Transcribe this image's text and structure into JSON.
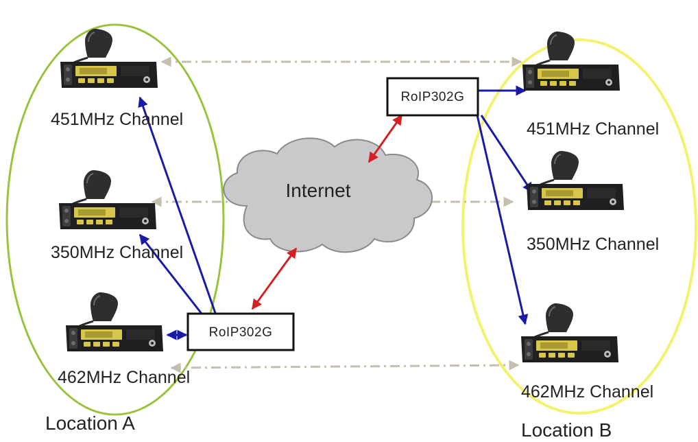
{
  "location_a": {
    "label": "Location A",
    "channels": [
      "451MHz Channel",
      "350MHz Channel",
      "462MHz Channel"
    ],
    "gateway_label": "RoIP302G"
  },
  "location_b": {
    "label": "Location B",
    "channels": [
      "451MHz Channel",
      "350MHz Channel",
      "462MHz Channel"
    ],
    "gateway_label": "RoIP302G"
  },
  "cloud": {
    "label": "Internet"
  },
  "colors": {
    "location_a_ring": "#9ac23c",
    "location_b_ring": "#f2f26e",
    "radio_link": "#1a1aa8",
    "internet_link": "#d42020",
    "virtual_link": "#c4bfae",
    "cloud_fill": "#c9c9cc",
    "cloud_stroke": "#8a8a8e"
  }
}
